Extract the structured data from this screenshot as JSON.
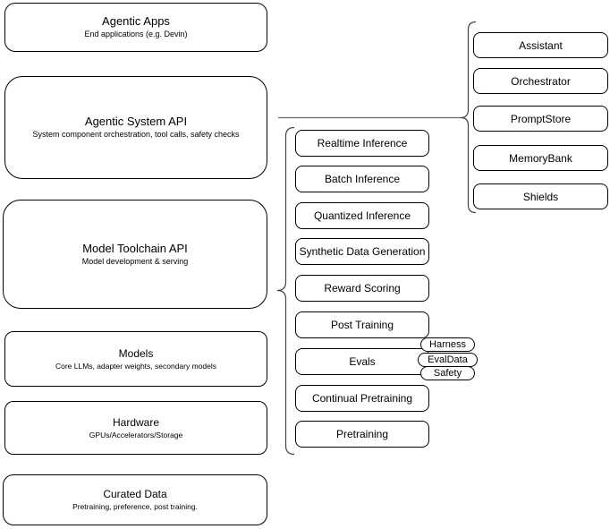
{
  "diagram": {
    "left_stack": [
      {
        "title": "Agentic Apps",
        "subtitle": "End applications (e.g. Devin)"
      },
      {
        "title": "Agentic System API",
        "subtitle": "System component orchestration, tool calls, safety checks"
      },
      {
        "title": "Model Toolchain API",
        "subtitle": "Model development & serving"
      },
      {
        "title": "Models",
        "subtitle": "Core LLMs, adapter weights, secondary models"
      },
      {
        "title": "Hardware",
        "subtitle": "GPUs/Accelerators/Storage"
      },
      {
        "title": "Curated Data",
        "subtitle": "Pretraining, preference, post training."
      }
    ],
    "toolchain_items": [
      "Realtime Inference",
      "Batch Inference",
      "Quantized Inference",
      "Synthetic Data Generation",
      "Reward Scoring",
      "Post Training",
      "Evals",
      "Continual Pretraining",
      "Pretraining"
    ],
    "eval_tags": [
      "Harness",
      "EvalData",
      "Safety"
    ],
    "system_components": [
      "Assistant",
      "Orchestrator",
      "PromptStore",
      "MemoryBank",
      "Shields"
    ],
    "colors": {
      "background": "#ffffff",
      "node_border": "#000000",
      "text": "#000000",
      "bracket": "#444444",
      "connector": "#666666"
    }
  }
}
